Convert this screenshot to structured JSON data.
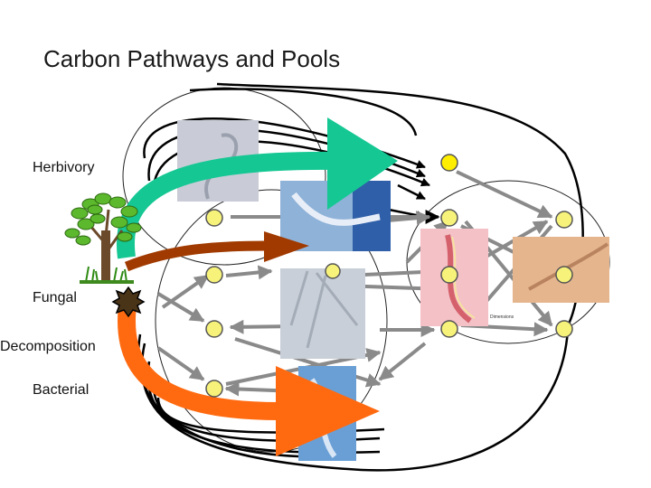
{
  "title": "Carbon Pathways and Pools",
  "pathway_labels": {
    "herbivory": "Herbivory",
    "fungal": "Fungal",
    "decomposition": "Decomposition",
    "bacterial": "Bacterial"
  },
  "photo_caption": "Dimensions",
  "colors": {
    "herbivory_arrow": "#15c793",
    "fungal_arrow": "#a03a00",
    "bacterial_arrow": "#ff6a10",
    "pool_node": "#f7f37a",
    "active_node": "#ffee00",
    "flow_arrow": "#8a8a8a",
    "tree_leaves": "#5cb82c",
    "fungus": "#4a3418"
  },
  "icons": {
    "plant": "tree-icon",
    "decomposer": "fungus-icon"
  }
}
